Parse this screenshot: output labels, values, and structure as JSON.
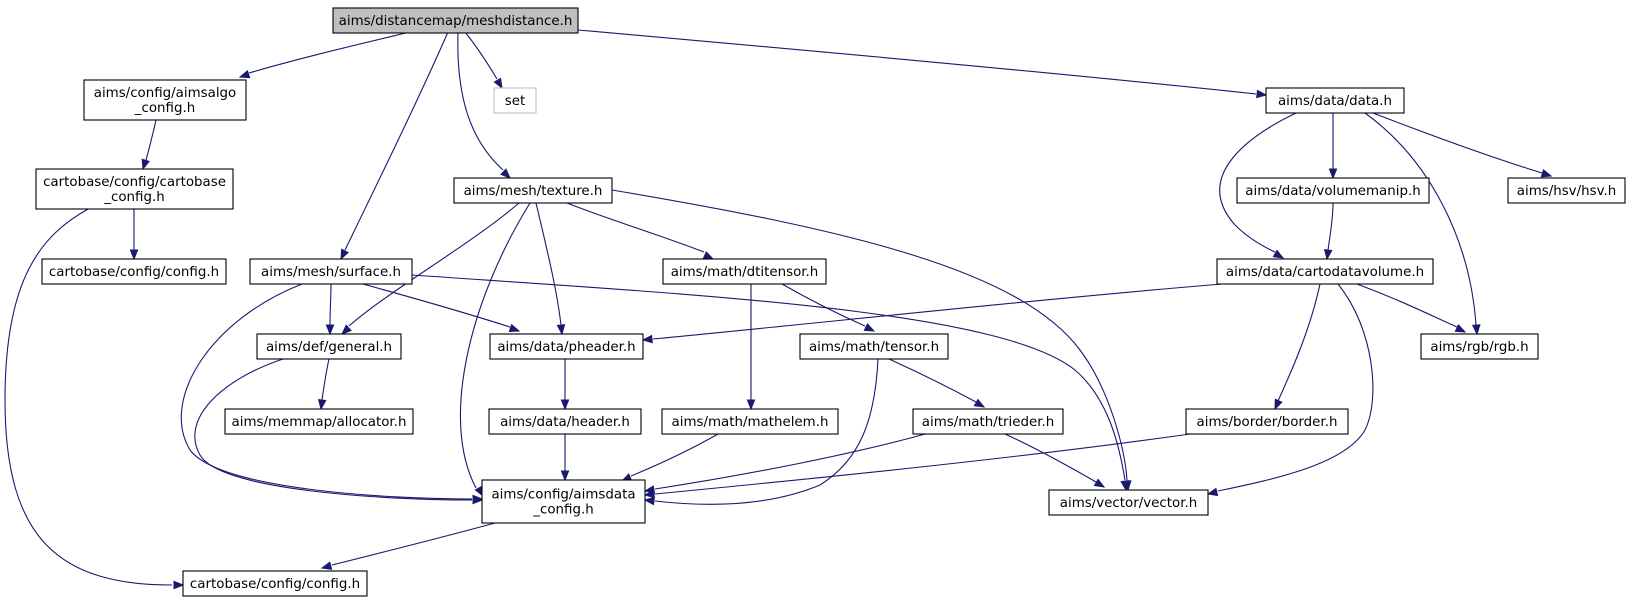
{
  "diagram": {
    "type": "include-dependency-graph",
    "colors": {
      "edge": "#191970",
      "root_fill": "#bfbfbf",
      "node_border": "#000000",
      "external_border": "#bfbfbf"
    },
    "nodes": [
      {
        "id": "root",
        "lines": [
          "aims/distancemap/meshdistance.h"
        ],
        "style": "root"
      },
      {
        "id": "aimsalgo_config",
        "lines": [
          "aims/config/aimsalgo",
          "_config.h"
        ]
      },
      {
        "id": "set",
        "lines": [
          "set"
        ],
        "style": "external"
      },
      {
        "id": "data",
        "lines": [
          "aims/data/data.h"
        ]
      },
      {
        "id": "cartobase_config",
        "lines": [
          "cartobase/config/cartobase",
          "_config.h"
        ]
      },
      {
        "id": "texture",
        "lines": [
          "aims/mesh/texture.h"
        ]
      },
      {
        "id": "volumemanip",
        "lines": [
          "aims/data/volumemanip.h"
        ]
      },
      {
        "id": "hsv",
        "lines": [
          "aims/hsv/hsv.h"
        ]
      },
      {
        "id": "cartobase_config_h",
        "lines": [
          "cartobase/config/config.h"
        ]
      },
      {
        "id": "surface",
        "lines": [
          "aims/mesh/surface.h"
        ]
      },
      {
        "id": "dtitensor",
        "lines": [
          "aims/math/dtitensor.h"
        ]
      },
      {
        "id": "cartodatavolume",
        "lines": [
          "aims/data/cartodatavolume.h"
        ]
      },
      {
        "id": "general",
        "lines": [
          "aims/def/general.h"
        ]
      },
      {
        "id": "pheader",
        "lines": [
          "aims/data/pheader.h"
        ]
      },
      {
        "id": "tensor",
        "lines": [
          "aims/math/tensor.h"
        ]
      },
      {
        "id": "rgb",
        "lines": [
          "aims/rgb/rgb.h"
        ]
      },
      {
        "id": "allocator",
        "lines": [
          "aims/memmap/allocator.h"
        ]
      },
      {
        "id": "header",
        "lines": [
          "aims/data/header.h"
        ]
      },
      {
        "id": "mathelem",
        "lines": [
          "aims/math/mathelem.h"
        ]
      },
      {
        "id": "trieder",
        "lines": [
          "aims/math/trieder.h"
        ]
      },
      {
        "id": "border",
        "lines": [
          "aims/border/border.h"
        ]
      },
      {
        "id": "aimsdata_config",
        "lines": [
          "aims/config/aimsdata",
          "_config.h"
        ]
      },
      {
        "id": "vector",
        "lines": [
          "aims/vector/vector.h"
        ]
      },
      {
        "id": "cartobase_config_bottom",
        "lines": [
          "cartobase/config/config.h"
        ]
      }
    ],
    "edges": [
      {
        "from": "root",
        "to": "aimsalgo_config"
      },
      {
        "from": "root",
        "to": "surface"
      },
      {
        "from": "root",
        "to": "texture"
      },
      {
        "from": "root",
        "to": "set"
      },
      {
        "from": "root",
        "to": "data"
      },
      {
        "from": "aimsalgo_config",
        "to": "cartobase_config"
      },
      {
        "from": "cartobase_config",
        "to": "cartobase_config_h"
      },
      {
        "from": "cartobase_config",
        "to": "cartobase_config_bottom"
      },
      {
        "from": "texture",
        "to": "general"
      },
      {
        "from": "texture",
        "to": "pheader"
      },
      {
        "from": "texture",
        "to": "aimsdata_config"
      },
      {
        "from": "texture",
        "to": "dtitensor"
      },
      {
        "from": "texture",
        "to": "vector"
      },
      {
        "from": "surface",
        "to": "general"
      },
      {
        "from": "surface",
        "to": "pheader"
      },
      {
        "from": "surface",
        "to": "aimsdata_config"
      },
      {
        "from": "surface",
        "to": "vector"
      },
      {
        "from": "general",
        "to": "allocator"
      },
      {
        "from": "general",
        "to": "aimsdata_config"
      },
      {
        "from": "pheader",
        "to": "header"
      },
      {
        "from": "header",
        "to": "aimsdata_config"
      },
      {
        "from": "dtitensor",
        "to": "mathelem"
      },
      {
        "from": "dtitensor",
        "to": "tensor"
      },
      {
        "from": "mathelem",
        "to": "aimsdata_config"
      },
      {
        "from": "tensor",
        "to": "trieder"
      },
      {
        "from": "tensor",
        "to": "aimsdata_config"
      },
      {
        "from": "trieder",
        "to": "aimsdata_config"
      },
      {
        "from": "trieder",
        "to": "vector"
      },
      {
        "from": "data",
        "to": "volumemanip"
      },
      {
        "from": "data",
        "to": "cartodatavolume"
      },
      {
        "from": "data",
        "to": "rgb"
      },
      {
        "from": "data",
        "to": "hsv"
      },
      {
        "from": "volumemanip",
        "to": "cartodatavolume"
      },
      {
        "from": "cartodatavolume",
        "to": "pheader"
      },
      {
        "from": "cartodatavolume",
        "to": "rgb"
      },
      {
        "from": "cartodatavolume",
        "to": "border"
      },
      {
        "from": "cartodatavolume",
        "to": "vector"
      },
      {
        "from": "border",
        "to": "aimsdata_config"
      },
      {
        "from": "aimsdata_config",
        "to": "cartobase_config_bottom"
      }
    ]
  }
}
